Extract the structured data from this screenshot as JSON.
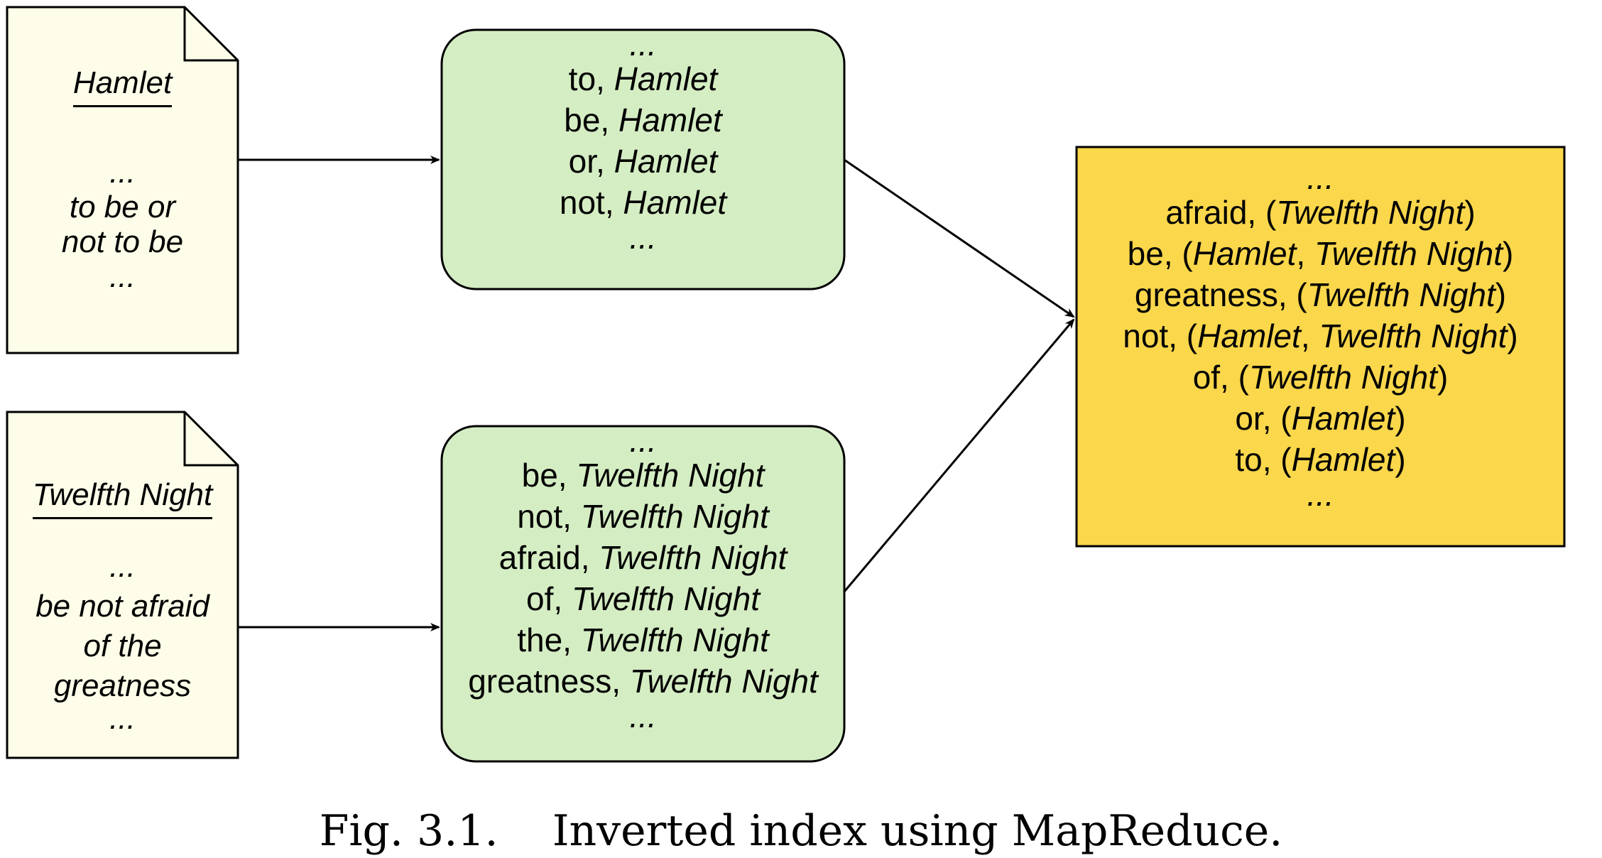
{
  "documents": [
    {
      "title": "Hamlet",
      "lines": [
        "...",
        "to be or",
        "not to be",
        "..."
      ]
    },
    {
      "title": "Twelfth Night",
      "lines": [
        "...",
        "be not afraid",
        "of the",
        "greatness",
        "..."
      ]
    }
  ],
  "map_outputs": [
    {
      "pairs": [
        {
          "key": "...",
          "value": ""
        },
        {
          "key": "to",
          "value": "Hamlet"
        },
        {
          "key": "be",
          "value": "Hamlet"
        },
        {
          "key": "or",
          "value": "Hamlet"
        },
        {
          "key": "not",
          "value": "Hamlet"
        },
        {
          "key": "...",
          "value": ""
        }
      ]
    },
    {
      "pairs": [
        {
          "key": "...",
          "value": ""
        },
        {
          "key": "be",
          "value": "Twelfth Night"
        },
        {
          "key": "not",
          "value": "Twelfth Night"
        },
        {
          "key": "afraid",
          "value": "Twelfth Night"
        },
        {
          "key": "of",
          "value": "Twelfth Night"
        },
        {
          "key": "the",
          "value": "Twelfth Night"
        },
        {
          "key": "greatness",
          "value": "Twelfth Night"
        },
        {
          "key": "...",
          "value": ""
        }
      ]
    }
  ],
  "reduce_output": {
    "entries": [
      {
        "key": "...",
        "docs": []
      },
      {
        "key": "afraid",
        "docs": [
          "Twelfth Night"
        ]
      },
      {
        "key": "be",
        "docs": [
          "Hamlet",
          "Twelfth Night"
        ]
      },
      {
        "key": "greatness",
        "docs": [
          "Twelfth Night"
        ]
      },
      {
        "key": "not",
        "docs": [
          "Hamlet",
          "Twelfth Night"
        ]
      },
      {
        "key": "of",
        "docs": [
          "Twelfth Night"
        ]
      },
      {
        "key": "or",
        "docs": [
          "Hamlet"
        ]
      },
      {
        "key": "to",
        "docs": [
          "Hamlet"
        ]
      },
      {
        "key": "...",
        "docs": []
      }
    ]
  },
  "caption": "Fig. 3.1.    Inverted index using MapReduce.",
  "colors": {
    "document_fill": "#fdfde9",
    "map_fill": "#d5edc3",
    "reduce_fill": "#fad74b",
    "stroke": "#000000"
  }
}
